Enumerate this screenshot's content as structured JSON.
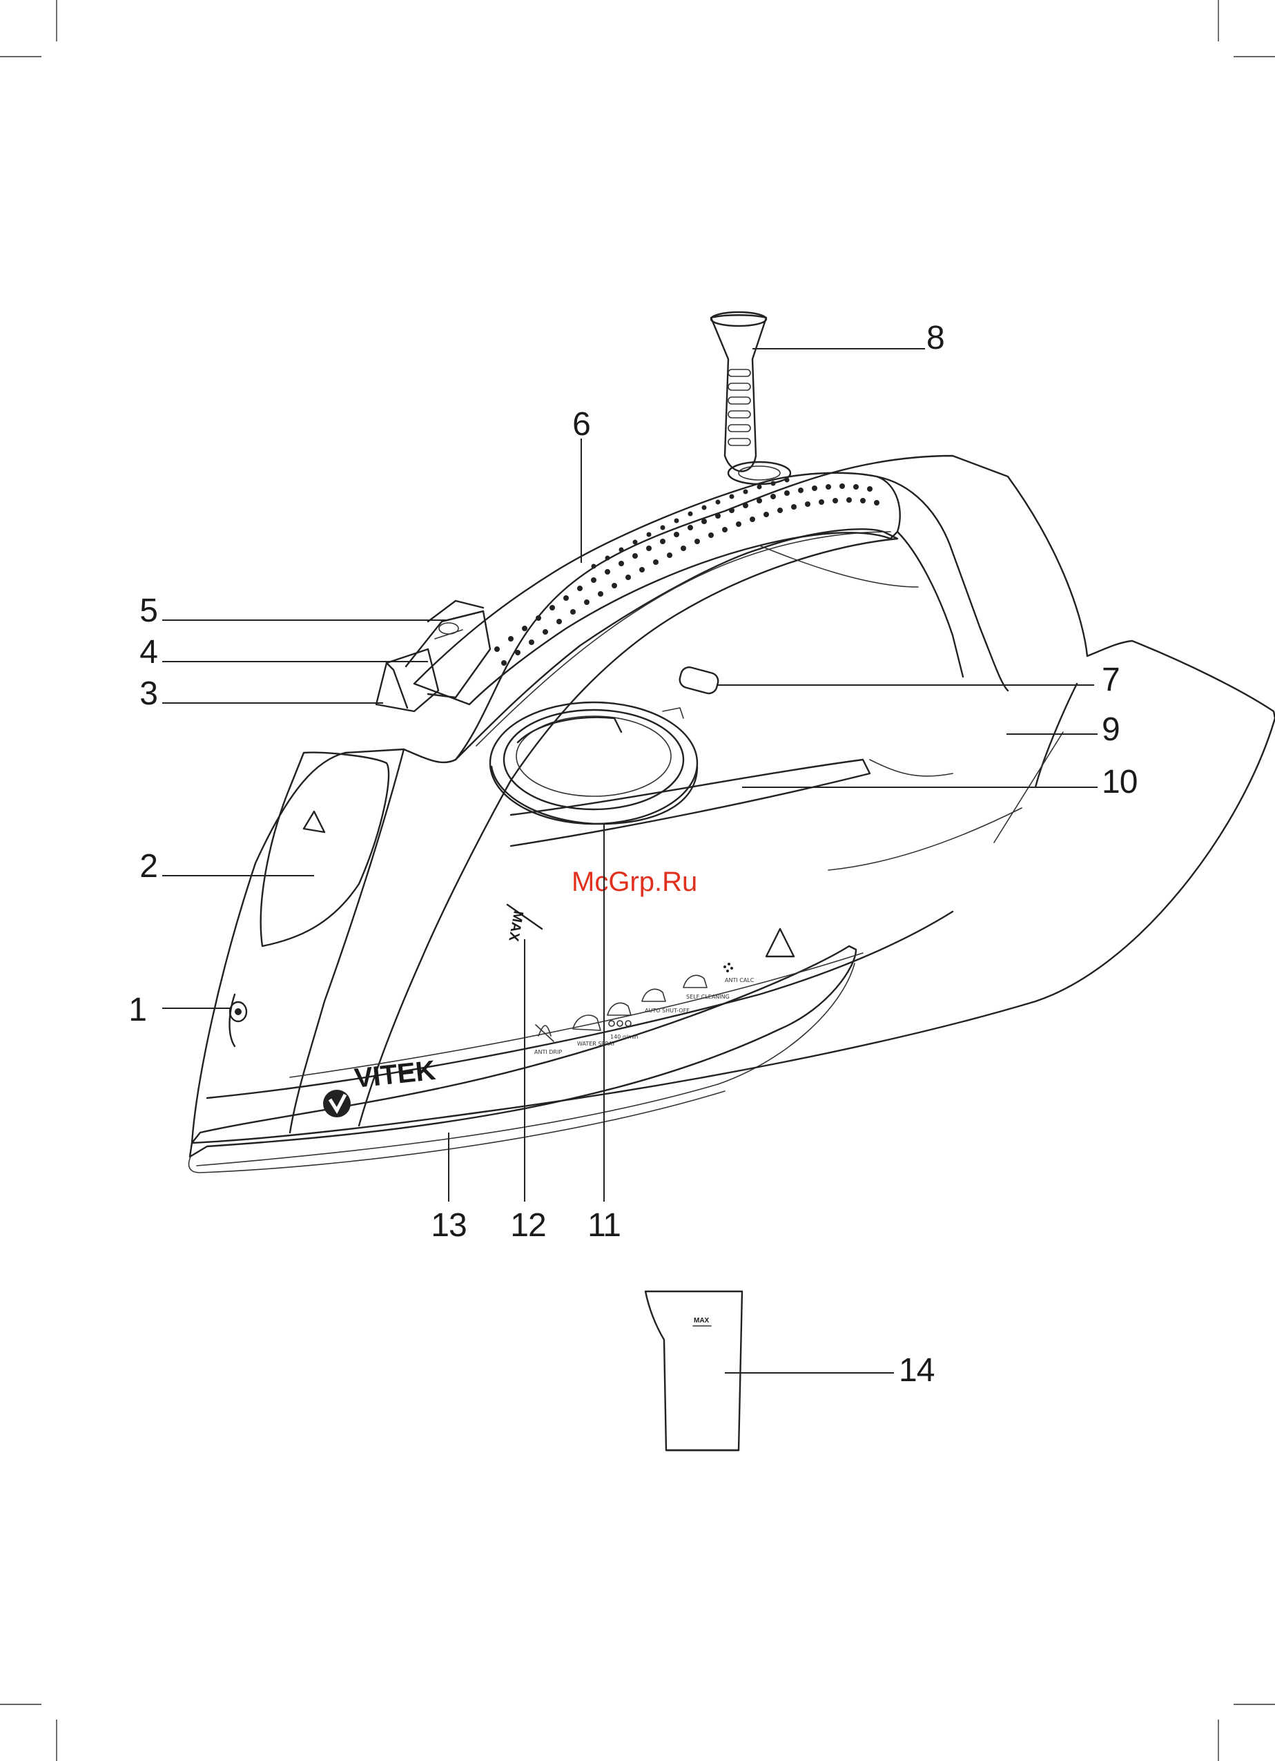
{
  "brand": {
    "name": "VITEK"
  },
  "watermark": "McGrp.Ru",
  "max_marks": {
    "tank": "MAX",
    "cup": "MAX"
  },
  "mode_labels": {
    "anti_drip": "ANTI DRIP",
    "water_spray": "WATER SPRAY",
    "steam_rate": "140 g/min",
    "auto_shut_off": "AUTO SHUT-OFF",
    "self_cleaning": "SELF CLEANING",
    "anti_calc": "ANTI CALC"
  },
  "callouts": [
    {
      "id": "1",
      "label": "1"
    },
    {
      "id": "2",
      "label": "2"
    },
    {
      "id": "3",
      "label": "3"
    },
    {
      "id": "4",
      "label": "4"
    },
    {
      "id": "5",
      "label": "5"
    },
    {
      "id": "6",
      "label": "6"
    },
    {
      "id": "7",
      "label": "7"
    },
    {
      "id": "8",
      "label": "8"
    },
    {
      "id": "9",
      "label": "9"
    },
    {
      "id": "10",
      "label": "10"
    },
    {
      "id": "11",
      "label": "11"
    },
    {
      "id": "12",
      "label": "12"
    },
    {
      "id": "13",
      "label": "13"
    },
    {
      "id": "14",
      "label": "14"
    }
  ],
  "colors": {
    "outline": "#222222",
    "watermark": "#e0301e"
  }
}
